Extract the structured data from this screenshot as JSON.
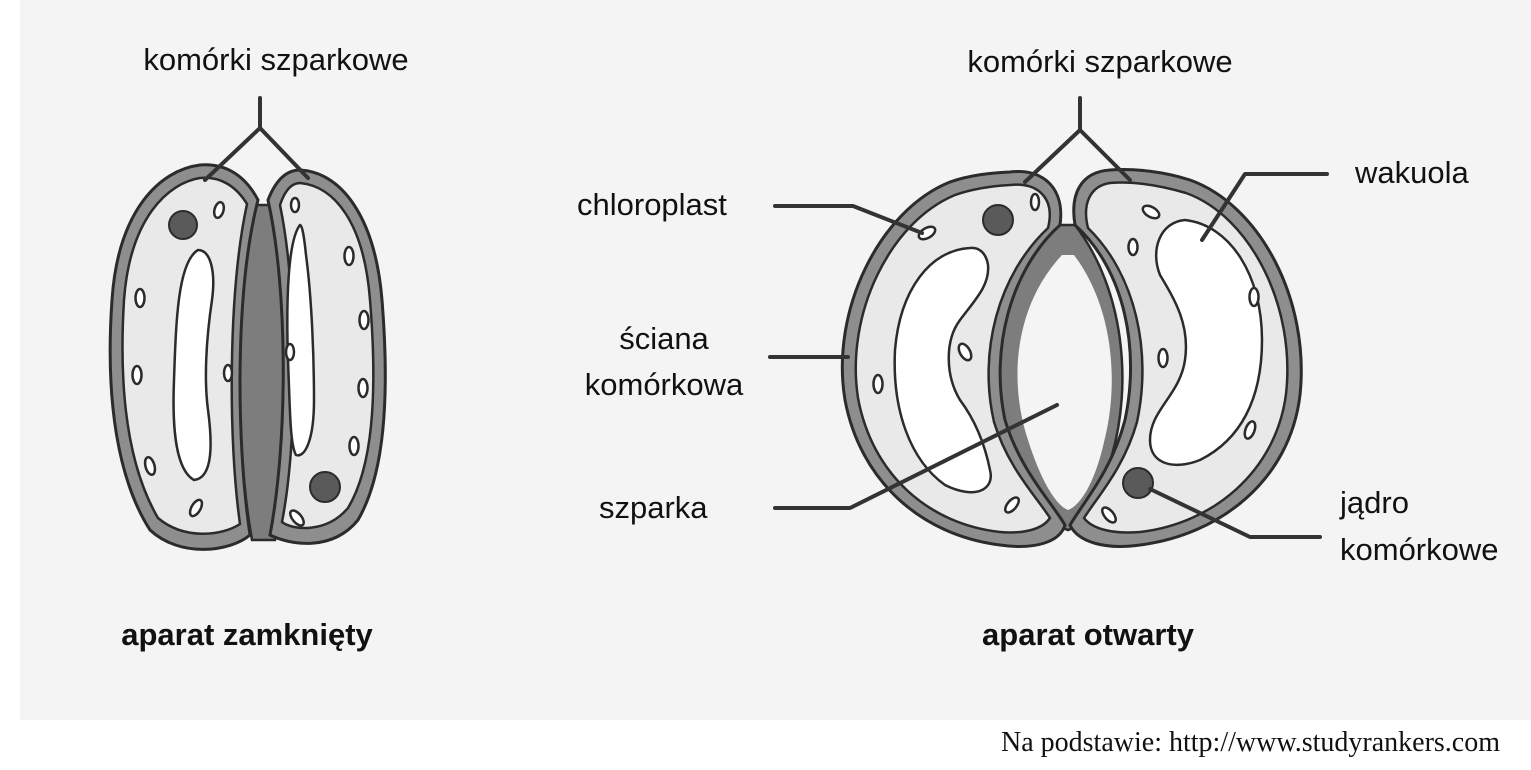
{
  "closed": {
    "label_guard_cells": "komórki szparkowe",
    "title": "aparat zamknięty"
  },
  "open": {
    "label_guard_cells": "komórki szparkowe",
    "label_chloroplast": "chloroplast",
    "label_wall_line1": "ściana",
    "label_wall_line2": "komórkowa",
    "label_pore": "szparka",
    "label_vacuole": "wakuola",
    "label_nucleus_line1": "jądro",
    "label_nucleus_line2": "komórkowe",
    "title": "aparat otwarty"
  },
  "source": "Na podstawie: http://www.studyrankers.com",
  "colors": {
    "cell_wall": "#8e8e8e",
    "cytoplasm": "#e9e9e9",
    "vacuole": "#ffffff",
    "nucleus": "#5a5a5a",
    "pore": "#7d7d7d"
  }
}
